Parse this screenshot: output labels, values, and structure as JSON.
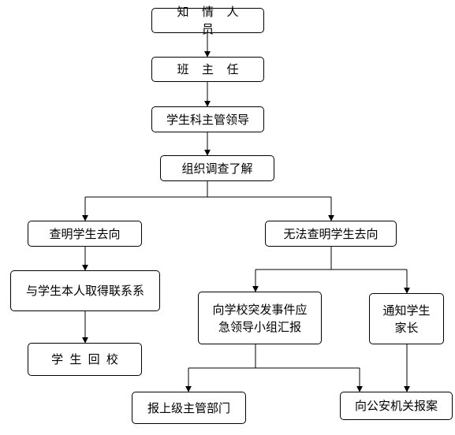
{
  "nodes": {
    "informant": "知情人员",
    "head_teacher": "班主任",
    "student_affairs_leader": "学生科主管领导",
    "investigate": "组织调查了解",
    "whereabouts_found": "查明学生去向",
    "whereabouts_unknown": "无法查明学生去向",
    "contact_student": "与学生本人取得联系系",
    "student_returns": "学生回校",
    "report_emergency_group": "向学校突发事件应\n急领导小组汇报",
    "notify_parents": "通知学生\n家长",
    "report_superior_dept": "报上级主管部门",
    "report_police": "向公安机关报案"
  }
}
